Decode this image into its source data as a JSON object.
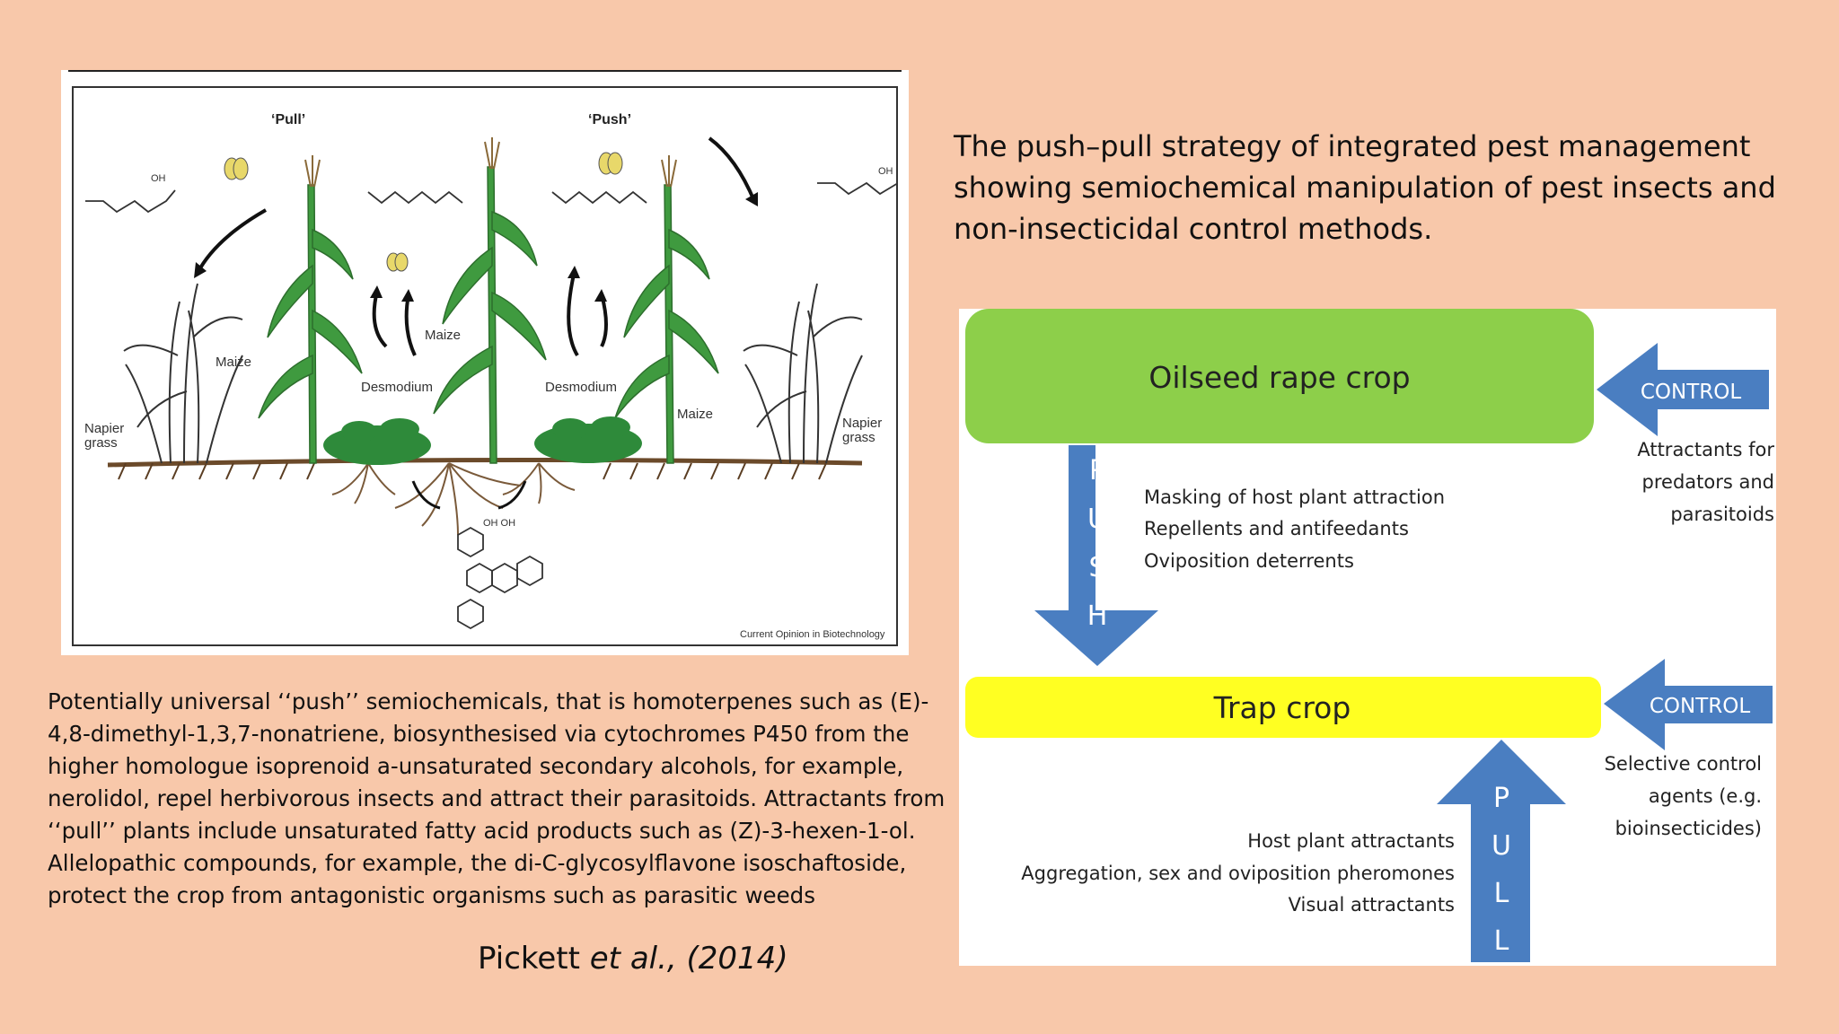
{
  "figure": {
    "label_pull": "‘Pull’",
    "label_push": "‘Push’",
    "label_maize_1": "Maize",
    "label_maize_2": "Maize",
    "label_maize_3": "Maize",
    "label_desmodium_1": "Desmodium",
    "label_desmodium_2": "Desmodium",
    "label_napier_left_1": "Napier",
    "label_napier_left_2": "grass",
    "label_napier_right_1": "Napier",
    "label_napier_right_2": "grass",
    "label_oh_left": "OH",
    "label_oh_right": "OH",
    "label_oh_mol": "OH OH",
    "credit": "Current Opinion in Biotechnology"
  },
  "caption": {
    "text": "Potentially universal ‘‘push’’ semiochemicals, that is homoterpenes such as (E)-\n4,8-dimethyl-1,3,7-nonatriene, biosynthesised via cytochromes P450 from the\nhigher homologue isoprenoid a-unsaturated secondary alcohols, for example,\nnerolidol, repel herbivorous insects and attract their parasitoids. Attractants from\n‘‘pull’’ plants include unsaturated fatty acid products such as (Z)-3-hexen-1-ol.\nAllelopathic compounds, for example, the di-C-glycosylflavone isoschaftoside,\nprotect the crop from antagonistic organisms such as parasitic weeds"
  },
  "citation": {
    "author": "Pickett ",
    "etal": "et al., (2014)"
  },
  "description": {
    "text": "The push–pull strategy of integrated pest management\nshowing semiochemical manipulation of pest insects and\nnon-insecticidal control methods."
  },
  "diagram": {
    "main_crop": "Oilseed rape crop",
    "trap_crop": "Trap crop",
    "control_1": "CONTROL",
    "control_2": "CONTROL",
    "push_letters": [
      "P",
      "U",
      "S",
      "H"
    ],
    "pull_letters": [
      "P",
      "U",
      "L",
      "L"
    ],
    "push_items": [
      "Masking of host plant attraction",
      "Repellents and antifeedants",
      "Oviposition deterrents"
    ],
    "control_1_text": [
      "Attractants for",
      "predators and",
      "parasitoids"
    ],
    "control_2_text": [
      "Selective control",
      "agents (e.g.",
      "bioinsecticides)"
    ],
    "pull_items": [
      "Host plant attractants",
      "Aggregation, sex and oviposition pheromones",
      "Visual attractants"
    ],
    "colors": {
      "main": "#8DCF4A",
      "trap": "#FFFF22",
      "arrow": "#4A7EC1"
    }
  }
}
